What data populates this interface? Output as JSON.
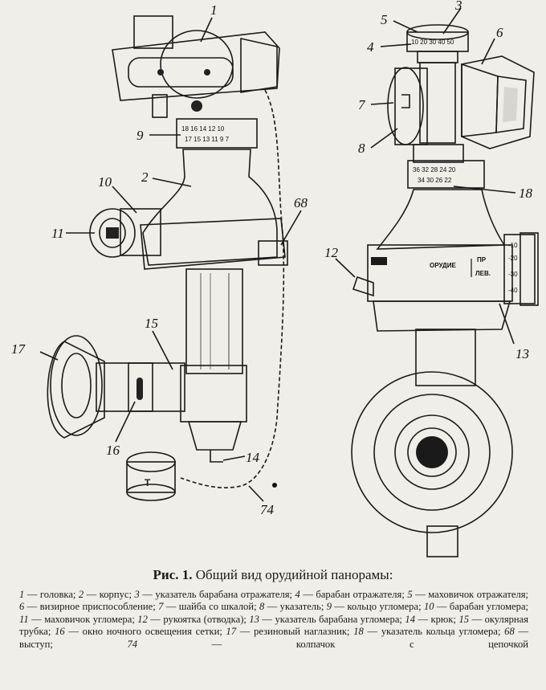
{
  "figure": {
    "callouts": {
      "c1": "1",
      "c2": "2",
      "c3": "3",
      "c4": "4",
      "c5": "5",
      "c6": "6",
      "c7": "7",
      "c8": "8",
      "c9": "9",
      "c10": "10",
      "c11": "11",
      "c12": "12",
      "c13": "13",
      "c14": "14",
      "c15": "15",
      "c16": "16",
      "c17": "17",
      "c18": "18",
      "c68": "68",
      "c74": "74"
    },
    "engravings": {
      "orudie": "ОРУДИЕ",
      "pr": "ПР",
      "lev": "ЛЕВ.",
      "drum_scale": [
        "-10",
        "-20",
        "-30",
        "-40"
      ]
    },
    "colors": {
      "ink": "#1a1a1a",
      "paper": "#efeee8",
      "metal_light": "#c9c8c2",
      "metal_dark": "#4a4a48"
    }
  },
  "caption": {
    "prefix": "Рис. 1.",
    "title": "Общий вид орудийной панорамы:"
  },
  "legend": [
    {
      "n": "1",
      "t": "головка"
    },
    {
      "n": "2",
      "t": "корпус"
    },
    {
      "n": "3",
      "t": "указатель барабана отражателя"
    },
    {
      "n": "4",
      "t": "барабан отражателя"
    },
    {
      "n": "5",
      "t": "маховичок отражателя"
    },
    {
      "n": "6",
      "t": "визирное приспособление"
    },
    {
      "n": "7",
      "t": "шайба со шкалой"
    },
    {
      "n": "8",
      "t": "указатель"
    },
    {
      "n": "9",
      "t": "кольцо угломера"
    },
    {
      "n": "10",
      "t": "барабан угломера"
    },
    {
      "n": "11",
      "t": "маховичок угломера"
    },
    {
      "n": "12",
      "t": "рукоятка (отводка)"
    },
    {
      "n": "13",
      "t": "указатель барабана угломера"
    },
    {
      "n": "14",
      "t": "крюк"
    },
    {
      "n": "15",
      "t": "окулярная трубка"
    },
    {
      "n": "16",
      "t": "окно ночного освещения сетки"
    },
    {
      "n": "17",
      "t": "резиновый наглазник"
    },
    {
      "n": "18",
      "t": "указатель кольца угломера"
    },
    {
      "n": "68",
      "t": "выступ"
    },
    {
      "n": "74",
      "t": "колпачок с цепочкой"
    }
  ]
}
